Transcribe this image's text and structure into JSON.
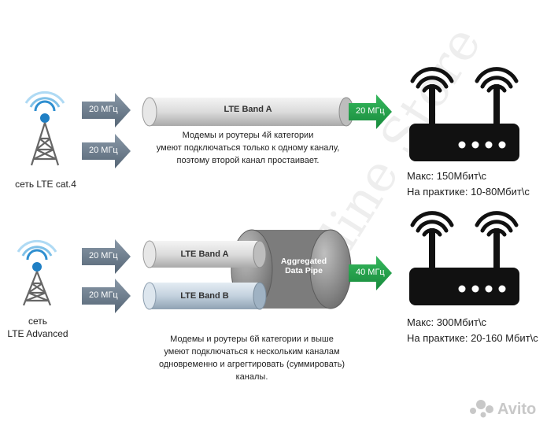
{
  "top": {
    "tower_label": "сеть LTE cat.4",
    "arrow_in_1": "20 МГц",
    "arrow_in_2": "20 МГц",
    "pipe_label": "LTE Band A",
    "arrow_out": "20 МГц",
    "desc_lines": [
      "Модемы и роутеры 4й категории",
      "умеют подключаться только к одному каналу,",
      "поэтому второй канал простаивает."
    ],
    "max_line": "Макс: 150Мбит\\с",
    "practice_line": "На практике: 10-80Мбит\\с"
  },
  "bottom": {
    "tower_label_1": "сеть",
    "tower_label_2": "LTE Advanced",
    "arrow_in_1": "20 МГц",
    "arrow_in_2": "20 МГц",
    "pipe_a_label": "LTE Band A",
    "pipe_b_label": "LTE Band B",
    "aggregated_1": "Aggregated",
    "aggregated_2": "Data Pipe",
    "arrow_out": "40 МГц",
    "desc_lines": [
      "Модемы и роутеры 6й категории и выше",
      "умеют подключаться к нескольким каналам",
      "одновременно и агрегтировать (суммировать)",
      "каналы."
    ],
    "max_line": "Макс: 300Мбит\\с",
    "practice_line": "На практике: 20-160 Мбит\\с"
  },
  "watermark": "Online Store",
  "logo_text": "Avito",
  "colors": {
    "arrow_gray": "#6e7d8c",
    "arrow_green": "#1e9e47",
    "pipe_light": "#d9d9d9",
    "pipe_blue": "#c7d4e0",
    "aggregate": "#8a8a8a",
    "tower_blue": "#1f7fc4"
  }
}
